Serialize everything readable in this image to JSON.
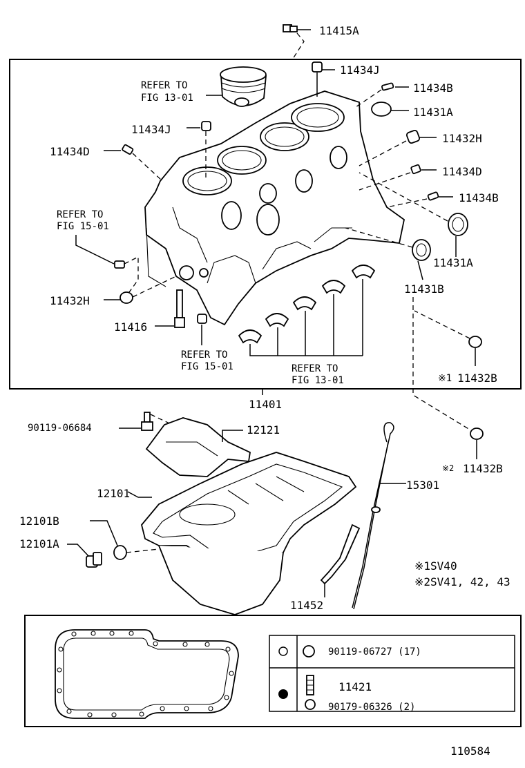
{
  "diagram_id": "110584",
  "main_assembly": "11401",
  "notes": [
    "※1SV40",
    "※2SV41, 42, 43"
  ],
  "callouts": {
    "c11415A": "11415A",
    "c11434J_top": "11434J",
    "c11434B_top": "11434B",
    "c11431A_top": "11431A",
    "c11432H_right": "11432H",
    "c11434D_right": "11434D",
    "c11434B_right": "11434B",
    "c11431A_mid": "11431A",
    "c11431B": "11431B",
    "c11434J_left": "11434J",
    "c11434D_left": "11434D",
    "c11432H_left": "11432H",
    "c11416": "11416",
    "c11432B_1": "11432B",
    "c11432B_2": "11432B",
    "c90119_06684": "90119-06684",
    "c12121": "12121",
    "c12101": "12101",
    "c12101B": "12101B",
    "c12101A": "12101A",
    "c15301": "15301",
    "c11452": "11452"
  },
  "mark1": "※1",
  "mark2": "※2",
  "refer": {
    "r13_top_a": "REFER TO",
    "r13_top_b": "FIG 13-01",
    "r15_left_a": "REFER TO",
    "r15_left_b": "FIG 15-01",
    "r15_bot_a": "REFER TO",
    "r15_bot_b": "FIG 15-01",
    "r13_bot_a": "REFER TO",
    "r13_bot_b": "FIG 13-01"
  },
  "legend": {
    "row1_part": "90119-06727 (17)",
    "row2_part_a": "11421",
    "row2_part_b": "90179-06326 (2)"
  }
}
